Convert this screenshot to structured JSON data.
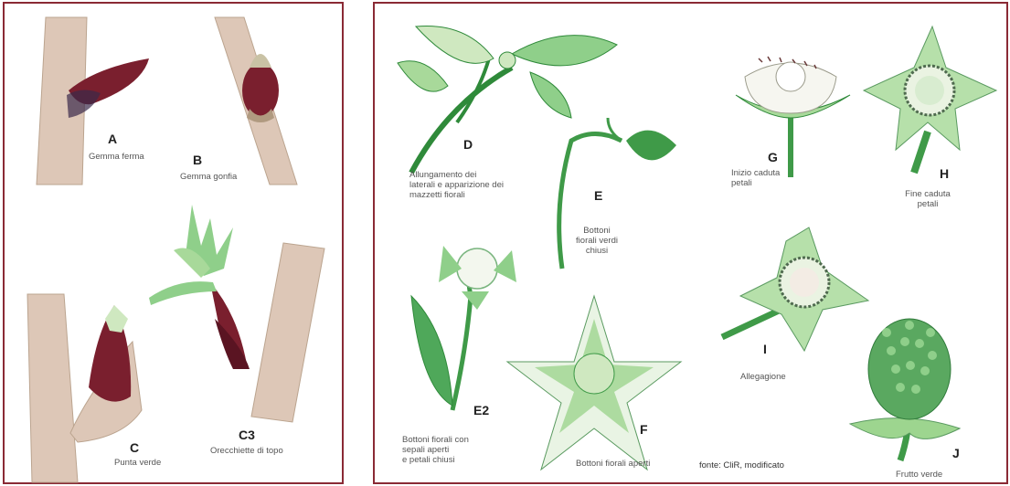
{
  "colors": {
    "frame": "#8a2a35",
    "stem": "#ddc7b7",
    "bud": "#7a1f2e",
    "leaf": "#8fcf8a",
    "leaf_dark": "#2f8a3a"
  },
  "left_panel": {
    "stages": [
      {
        "id": "A",
        "caption": "Gemma ferma"
      },
      {
        "id": "B",
        "caption": "Gemma gonfia"
      },
      {
        "id": "C",
        "caption": "Punta verde"
      },
      {
        "id": "C3",
        "caption": "Orecchiette di topo"
      }
    ]
  },
  "right_panel": {
    "stages": [
      {
        "id": "D",
        "caption": [
          "Allungamento dei",
          "laterali e apparizione dei",
          "mazzetti fiorali"
        ]
      },
      {
        "id": "E",
        "caption": [
          "Bottoni",
          "fiorali verdi",
          "chiusi"
        ]
      },
      {
        "id": "E2",
        "caption": [
          "Bottoni fiorali con",
          "sepali aperti",
          "e petali chiusi"
        ]
      },
      {
        "id": "F",
        "caption": [
          "Bottoni fiorali aperti"
        ]
      },
      {
        "id": "G",
        "caption": [
          "Inizio caduta",
          "petali"
        ]
      },
      {
        "id": "H",
        "caption": [
          "Fine caduta",
          "petali"
        ]
      },
      {
        "id": "I",
        "caption": [
          "Allegagione"
        ]
      },
      {
        "id": "J",
        "caption": [
          "Frutto verde"
        ]
      }
    ],
    "source": "fonte: CliR, modificato"
  }
}
